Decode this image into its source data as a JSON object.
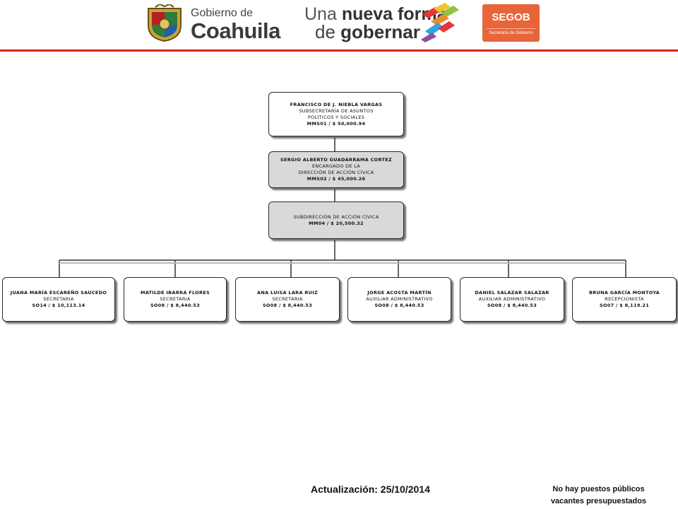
{
  "header": {
    "gov_small": "Gobierno de",
    "gov_big": "Coahuila",
    "slogan_a": "Una",
    "slogan_b": "nueva forma",
    "slogan_c": "de",
    "slogan_d": "gobernar",
    "segob_title": "SEGOB",
    "segob_sub": "Secretaría de Gobierno",
    "accent_red": "#d8261c",
    "segob_orange": "#e8653a"
  },
  "org": {
    "top": {
      "name": "FRANCISCO  DE J.  NIEBLA  VARGAS",
      "role1": "SUBSECRETARÍA  DE ASUNTOS",
      "role2": "POLÍTICOS  Y SOCIALES",
      "code": "MMS01 / $ 50,000.94"
    },
    "second": {
      "name": "SERGIO ALBERTO   GUADARRAMA  CORTEZ",
      "role1": "ENCARGADO  DE LA",
      "role2": "DIRECCIÓN  DE ACCIÓN CÍVICA",
      "code": "MMS02 / $ 45,000.26"
    },
    "third": {
      "role1": "SUBDIRECCIÓN  DE ACCIÓN CÍVICA",
      "code": "MM04  / $ 20,500.32"
    },
    "staff": [
      {
        "name": "JUANA  MARÍA  ESCAREÑO  SAUCEDO",
        "role": "SECRETARIA",
        "code": "SO14  /  $ 10,113.14"
      },
      {
        "name": "MATILDE  IBARRA  FLORES",
        "role": "SECRETARIA",
        "code": "SO08  /  $ 8,440.53"
      },
      {
        "name": "ANA  LUISA  LARA  RUIZ",
        "role": "SECRETARIA",
        "code": "SO08  /  $ 8,440.53"
      },
      {
        "name": "JORGE  ACOSTA  MARTÍN",
        "role": "AUXILIAR  ADMINISTRATIVO",
        "code": "SO08  /  $ 8,440.53"
      },
      {
        "name": "DANIEL  SALAZAR  SALAZAR",
        "role": "AUXILIAR  ADMINISTRATIVO",
        "code": "SO08  /  $ 8,440.53"
      },
      {
        "name": "BRUNA  GARCÍA  MONTOYA",
        "role": "RECEPCIONISTA",
        "code": "SO07  /  $ 8,119.21"
      }
    ]
  },
  "footer": {
    "update": "Actualización: 25/10/2014",
    "note_line1": "No hay puestos públicos",
    "note_line2": "vacantes presupuestados"
  }
}
